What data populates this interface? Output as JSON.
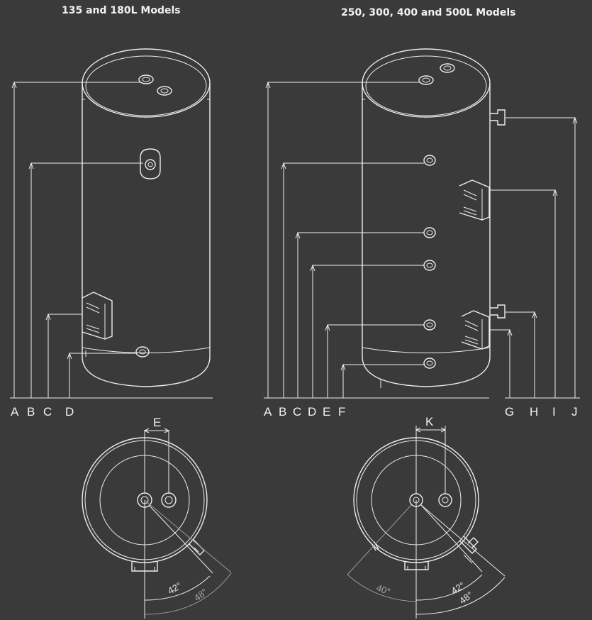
{
  "titles": {
    "left": "135 and 180L Models",
    "right": "250, 300, 400 and 500L Models"
  },
  "left_dimension_labels": [
    "A",
    "B",
    "C",
    "D"
  ],
  "right_dimension_labels": [
    "A",
    "B",
    "C",
    "D",
    "E",
    "F",
    "G",
    "H",
    "I",
    "J"
  ],
  "plan_labels": {
    "left": "E",
    "right": "K"
  },
  "angles": {
    "left": [
      "42°",
      "48°"
    ],
    "right": [
      "40°",
      "42°",
      "48°"
    ]
  }
}
